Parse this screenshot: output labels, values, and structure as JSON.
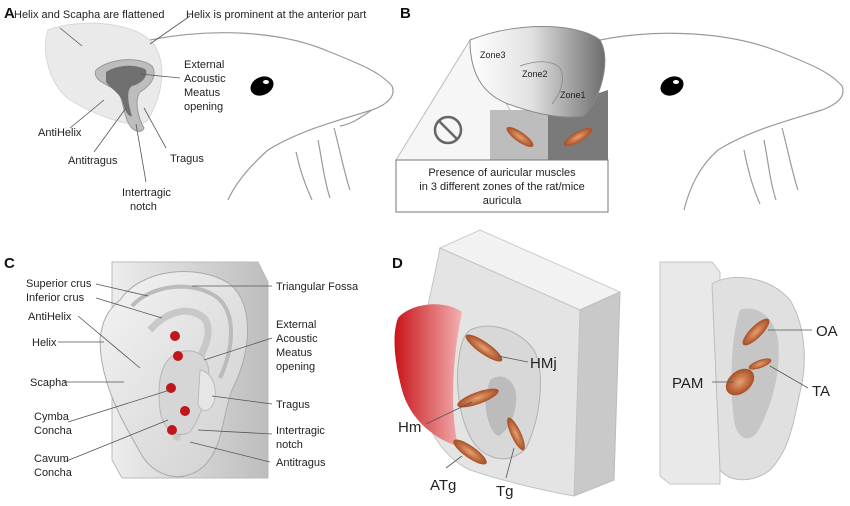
{
  "panels": {
    "a": {
      "letter": "A",
      "labels": {
        "helix_scapha": "Helix and  Scapha are flattened",
        "helix_prominent": "Helix is prominent at the anterior part",
        "eam_line1": "External",
        "eam_line2": "Acoustic",
        "eam_line3": "Meatus",
        "eam_line4": "opening",
        "antihelix": "AntiHelix",
        "antitragus": "Antitragus",
        "tragus": "Tragus",
        "intertragic_line1": "Intertragic",
        "intertragic_line2": "notch"
      }
    },
    "b": {
      "letter": "B",
      "zones": [
        "Zone3",
        "Zone2",
        "Zone1"
      ],
      "caption_line1": "Presence of auricular muscles",
      "caption_line2": "in 3 different zones of the rat/mice",
      "caption_line3": "auricula"
    },
    "c": {
      "letter": "C",
      "labels": {
        "superior_crus": "Superior crus",
        "inferior_crus": "Inferior  crus",
        "antihelix": "AntiHelix",
        "helix": "Helix",
        "scapha": "Scapha",
        "cymba_line1": "Cymba",
        "cymba_line2": "Concha",
        "cavum_line1": "Cavum",
        "cavum_line2": "Concha",
        "triangular_fossa": "Triangular Fossa",
        "eam_line1": "External",
        "eam_line2": "Acoustic",
        "eam_line3": "Meatus",
        "eam_line4": "opening",
        "tragus": "Tragus",
        "intertragic_line1": "Intertragic",
        "intertragic_line2": "notch",
        "antitragus": "Antitragus"
      }
    },
    "d": {
      "letter": "D",
      "labels": {
        "hmj": "HMj",
        "hm": "Hm",
        "atg": "ATg",
        "tg": "Tg",
        "oa": "OA",
        "pam": "PAM",
        "ta": "TA"
      }
    }
  },
  "colors": {
    "muscle": "#b8562a",
    "muscle_highlight": "#e89a6a",
    "red_dot": "#c0151a",
    "hm_red": "#d32020",
    "zone_light": "#bdbdbd",
    "zone_dark": "#7a7a7a"
  },
  "icons": {
    "prohibited": "prohibited-icon"
  }
}
